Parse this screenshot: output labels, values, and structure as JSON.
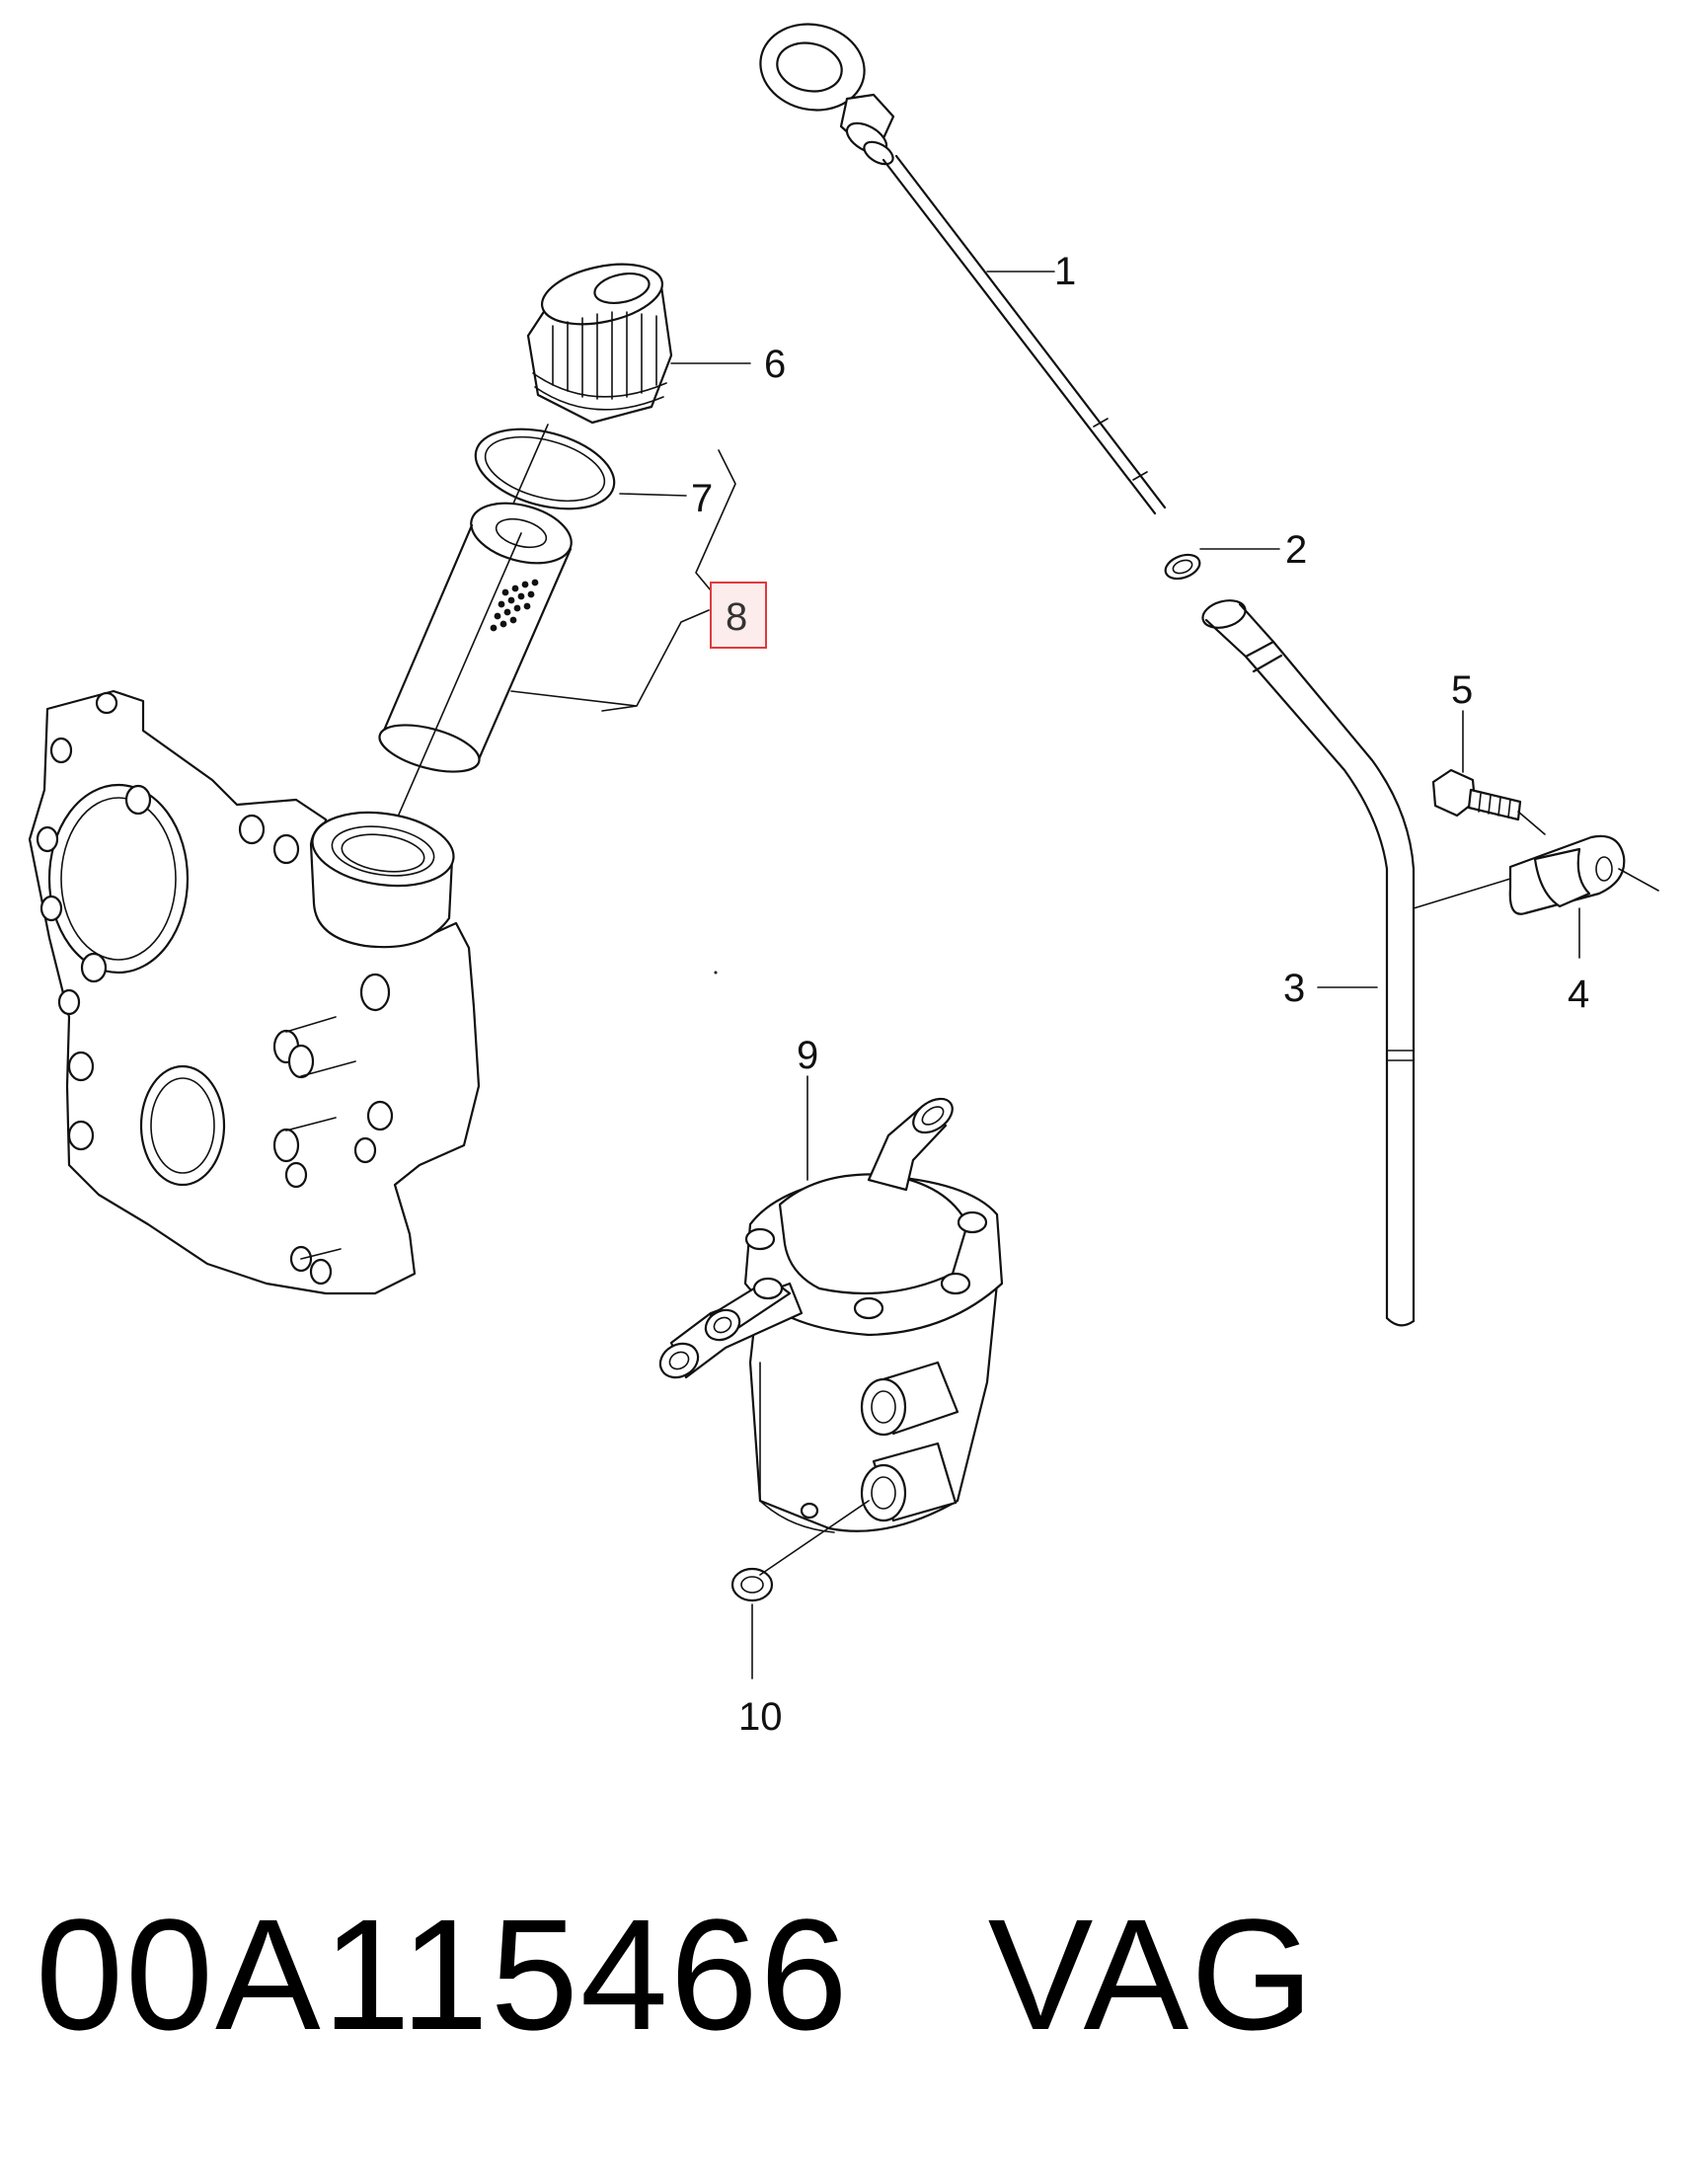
{
  "callouts": {
    "c1": "1",
    "c2": "2",
    "c3": "3",
    "c4": "4",
    "c5": "5",
    "c6": "6",
    "c7": "7",
    "c8": "8",
    "c9": "9",
    "c10": "10"
  },
  "highlight": {
    "callout": "8",
    "color": "#e03a3e"
  },
  "caption": {
    "part_number": "00A115466",
    "brand": "VAG"
  }
}
